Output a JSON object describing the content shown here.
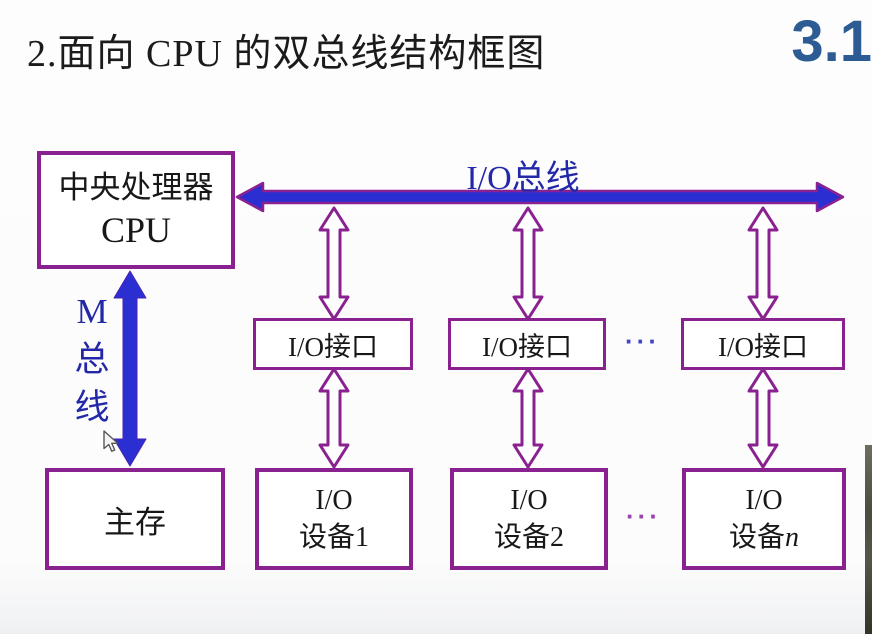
{
  "page": {
    "title": "2.面向 CPU 的双总线结构框图",
    "section_number": "3.1"
  },
  "colors": {
    "box_border": "#8a2191",
    "bus_blue": "#2b2fd2",
    "label_blue": "#2228a8",
    "section_blue": "#2d5c94",
    "title_black": "#1b1b1b"
  },
  "diagram": {
    "cpu_box": {
      "line1": "中央处理器",
      "line2": "CPU"
    },
    "io_bus_label": "I/O总线",
    "m_bus_label": {
      "chars": [
        "M",
        "总",
        "线"
      ]
    },
    "memory_box": {
      "label": "主存"
    },
    "interface_boxes": [
      {
        "label": "I/O接口"
      },
      {
        "label": "I/O接口"
      },
      {
        "label": "I/O接口"
      }
    ],
    "interface_ellipsis": "···",
    "device_ellipsis": "···",
    "device_boxes": [
      {
        "line1": "I/O",
        "line2_prefix": "设备",
        "line2_suffix": "1"
      },
      {
        "line1": "I/O",
        "line2_prefix": "设备",
        "line2_suffix": "2"
      },
      {
        "line1": "I/O",
        "line2_prefix": "设备",
        "line2_suffix": "n"
      }
    ]
  }
}
